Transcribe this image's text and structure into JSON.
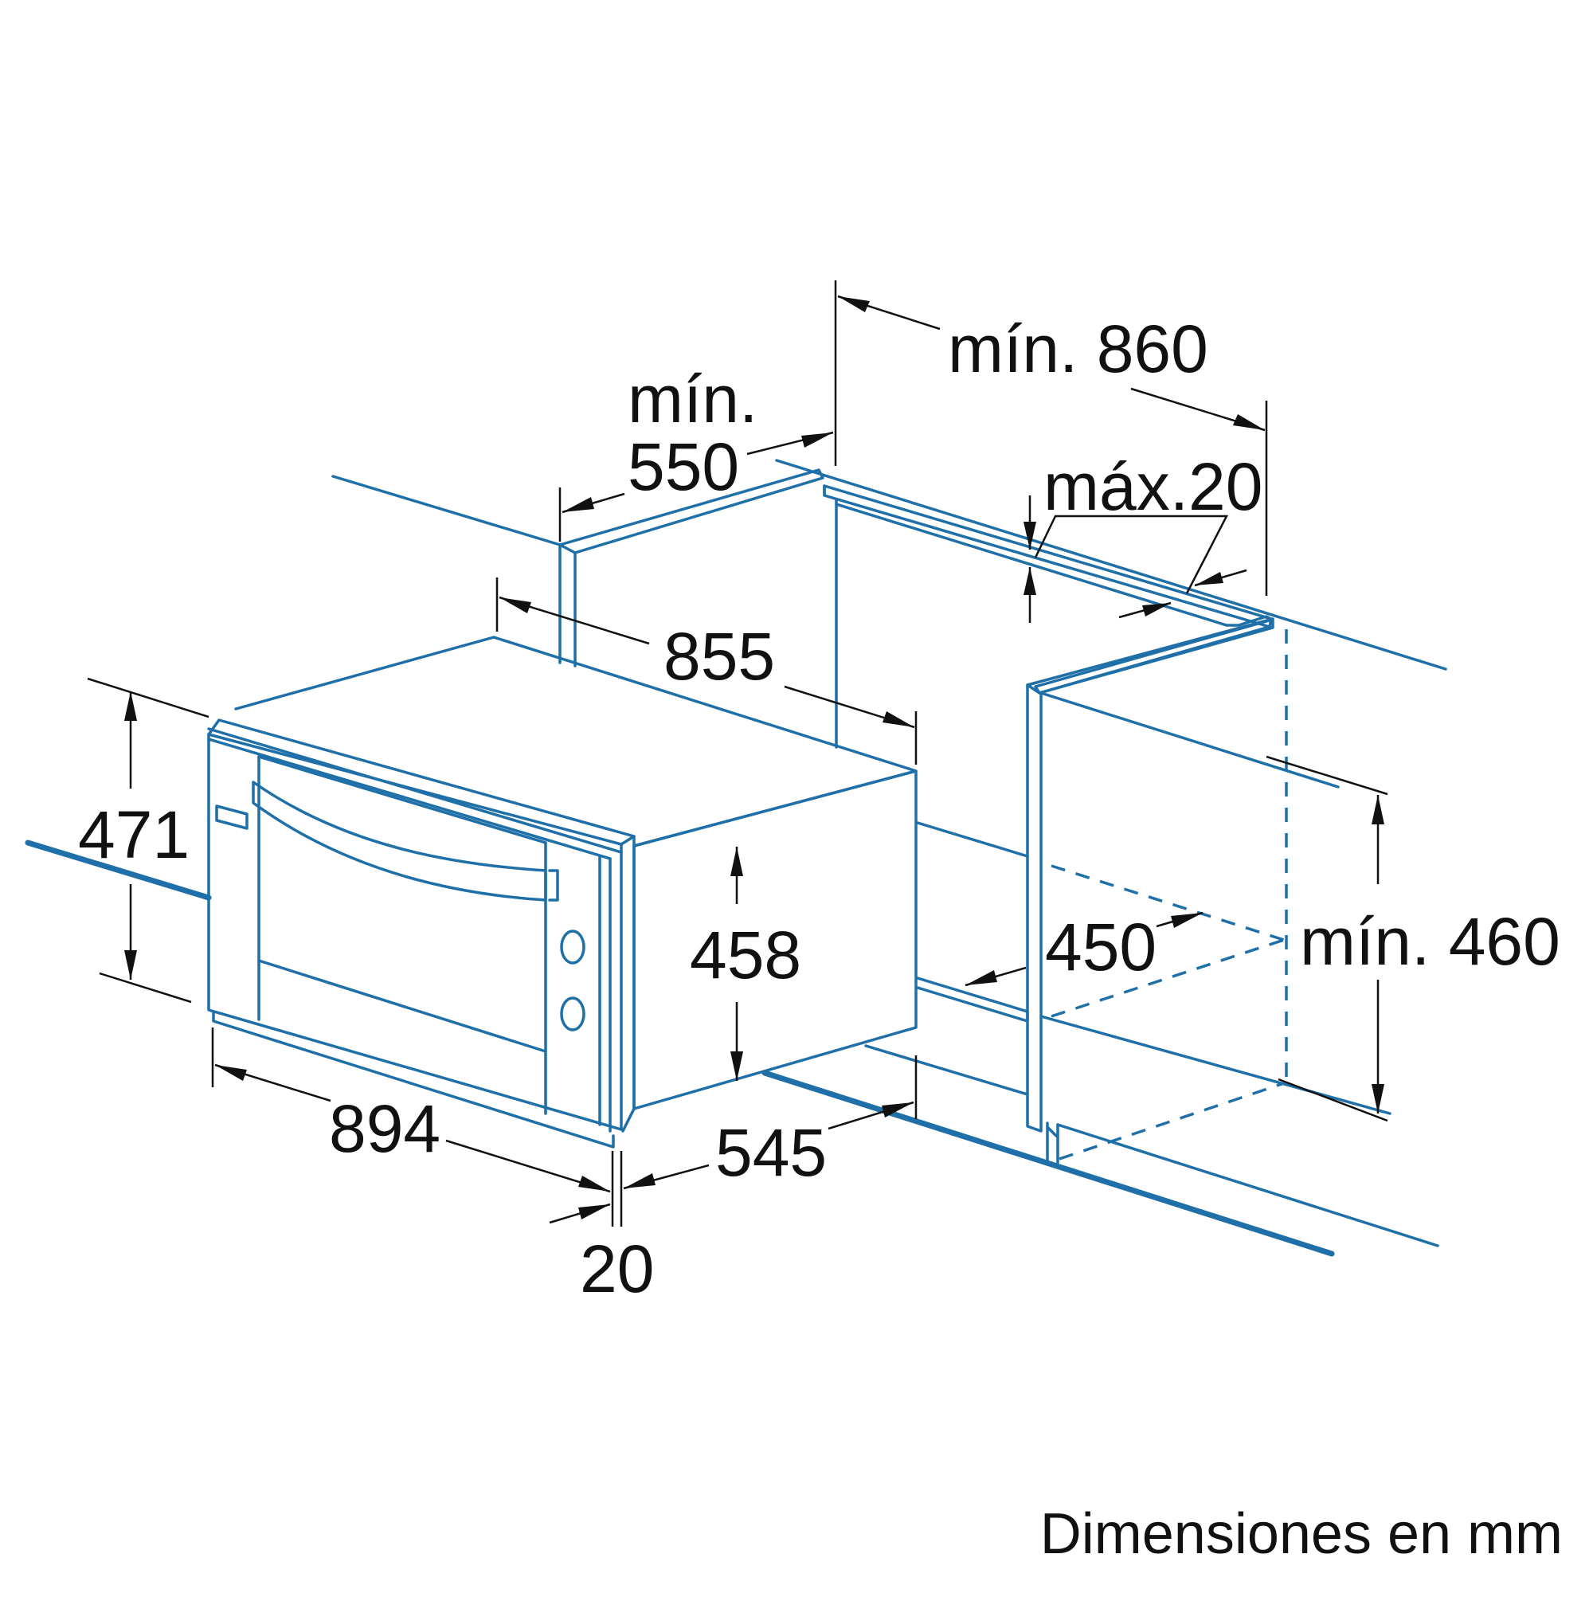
{
  "dimensions": {
    "cabinet_width_min": "mín. 860",
    "cabinet_depth_min_line1": "mín.",
    "cabinet_depth_min_line2": "550",
    "max_gap": "máx.20",
    "appliance_width_top": "855",
    "appliance_total_height": "471",
    "appliance_body_height": "458",
    "appliance_front_width": "894",
    "appliance_depth": "545",
    "front_panel_thickness": "20",
    "niche_depth": "450",
    "niche_height_min": "mín. 460"
  },
  "caption": "Dimensiones en mm",
  "colors": {
    "outline": "#1f6fa8",
    "dimension_lines": "#111111",
    "background": "#ffffff"
  }
}
